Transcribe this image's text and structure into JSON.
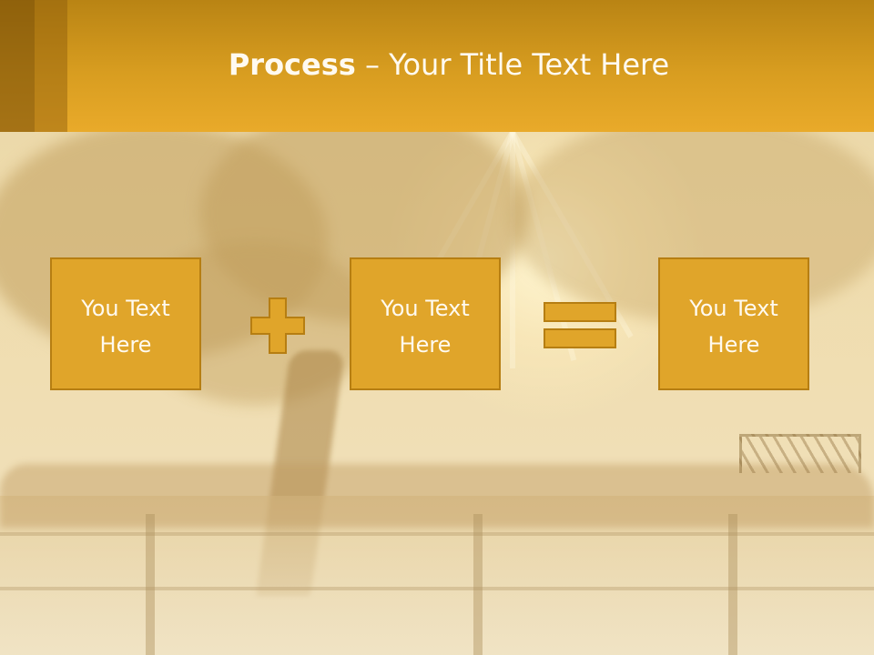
{
  "slide": {
    "title_bold": "Process",
    "title_rest": " – Your Title Text Here",
    "boxes": [
      {
        "label": "You Text Here"
      },
      {
        "label": "You Text Here"
      },
      {
        "label": "You Text Here"
      }
    ],
    "operators": [
      "plus-icon",
      "equals-icon"
    ]
  },
  "colors": {
    "header": "#d89d20",
    "box_fill": "#e0a52a",
    "box_border": "#b67e12",
    "text": "#fffaf0"
  }
}
